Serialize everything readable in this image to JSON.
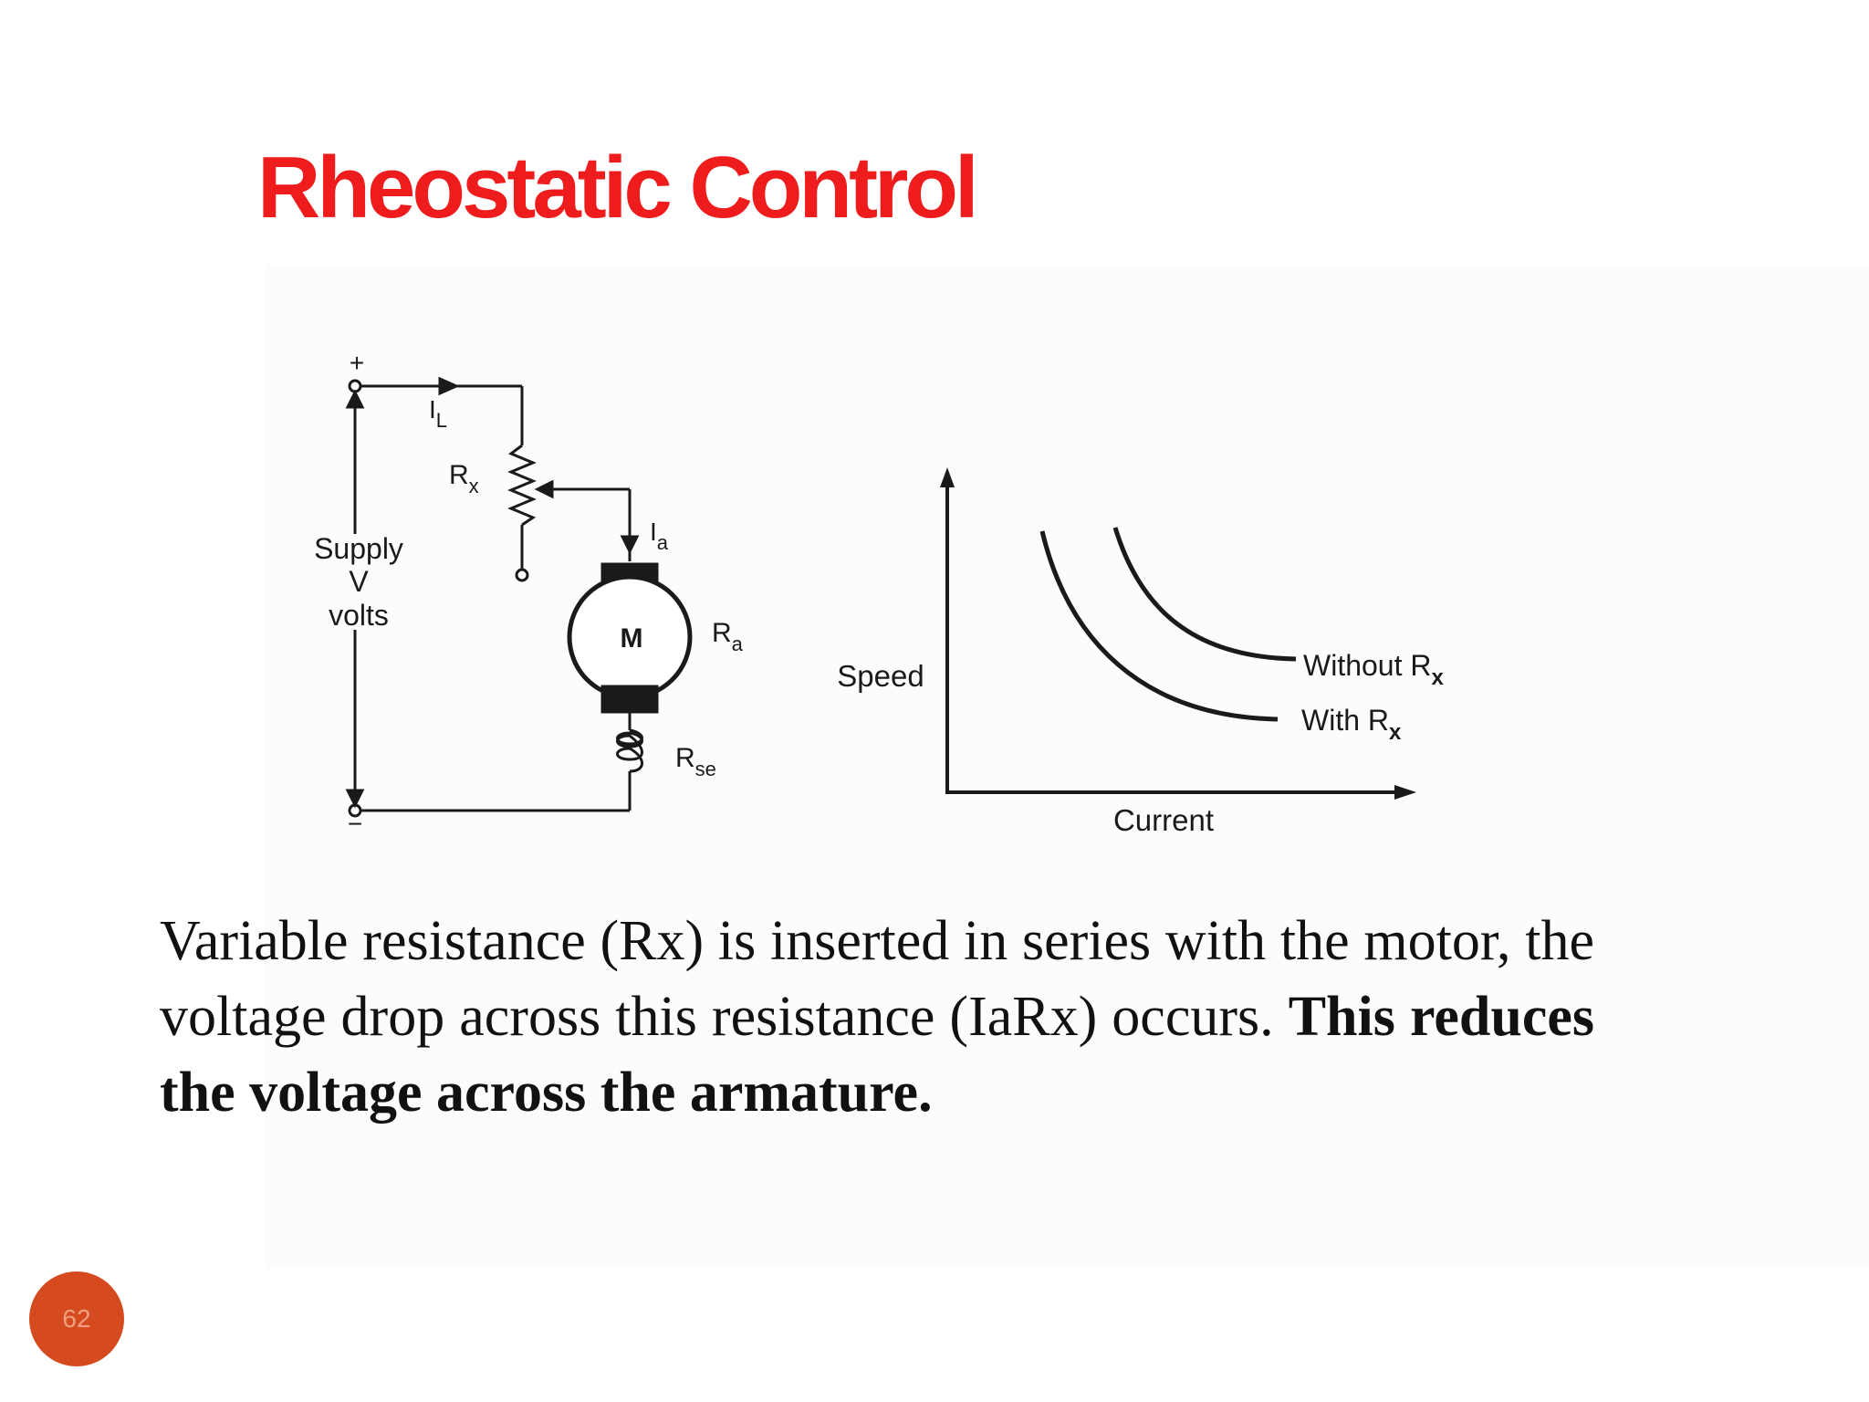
{
  "slide": {
    "title": "Rheostatic Control",
    "title_color": "#ee1c1c",
    "page_number": "62",
    "badge_color": "#d64a1f"
  },
  "circuit": {
    "plus": "+",
    "minus": "−",
    "supply_line1": "Supply",
    "supply_line2": "V",
    "supply_line3": "volts",
    "current_line_main": "I",
    "current_line_sub": "L",
    "rx_main": "R",
    "rx_sub": "x",
    "ia_main": "I",
    "ia_sub": "a",
    "motor": "M",
    "ra_main": "R",
    "ra_sub": "a",
    "rse_main": "R",
    "rse_sub": "se"
  },
  "graph": {
    "ylabel": "Speed",
    "xlabel": "Current",
    "curve1_label_main": "Without R",
    "curve1_label_sub": "x",
    "curve2_label_main": "With R",
    "curve2_label_sub": "x"
  },
  "body": {
    "text_part1": "Variable resistance (Rx) is inserted in series with the motor, the  voltage drop across this resistance (IaRx) occurs. ",
    "text_bold": "This reduces  the voltage across the armature."
  }
}
